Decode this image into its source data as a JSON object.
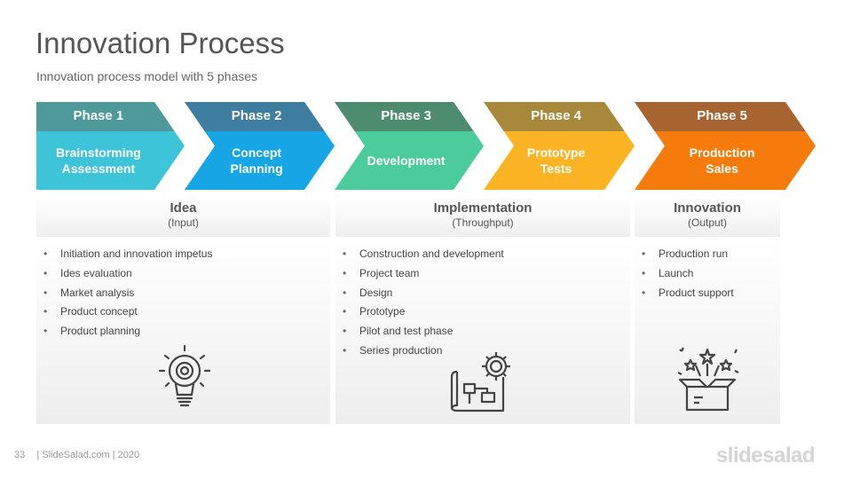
{
  "title": "Innovation Process",
  "subtitle": "Innovation process model with 5 phases",
  "phases": [
    {
      "phase": "Phase 1",
      "step": "Brainstorming\nAssessment",
      "top_color": "#4e9a9a",
      "color": "#3dc4d8"
    },
    {
      "phase": "Phase 2",
      "step": "Concept\nPlanning",
      "top_color": "#3d7ea0",
      "color": "#16a6e6"
    },
    {
      "phase": "Phase 3",
      "step": "Development",
      "top_color": "#4e8c70",
      "color": "#4ccb9c"
    },
    {
      "phase": "Phase 4",
      "step": "Prototype\nTests",
      "top_color": "#a8883a",
      "color": "#fcb324"
    },
    {
      "phase": "Phase 5",
      "step": "Production\nSales",
      "top_color": "#a86430",
      "color": "#f57c0c"
    }
  ],
  "stages": [
    {
      "title": "Idea",
      "subtitle": "(Input)",
      "icon": "lightbulb-icon",
      "items": [
        "Initiation and innovation impetus",
        "Ides evaluation",
        "Market analysis",
        "Product concept",
        "Product planning"
      ]
    },
    {
      "title": "Implementation",
      "subtitle": "(Throughput)",
      "icon": "blueprint-gear-icon",
      "items": [
        "Construction and development",
        "Project team",
        "Design",
        "Prototype",
        "Pilot and test phase",
        "Series production"
      ]
    },
    {
      "title": "Innovation",
      "subtitle": "(Output)",
      "icon": "gift-box-icon",
      "items": [
        "Production run",
        "Launch",
        "Product support"
      ]
    }
  ],
  "footer": {
    "page": "33",
    "text": "| SlideSalad.com | 2020"
  },
  "brand": "slidesalad"
}
